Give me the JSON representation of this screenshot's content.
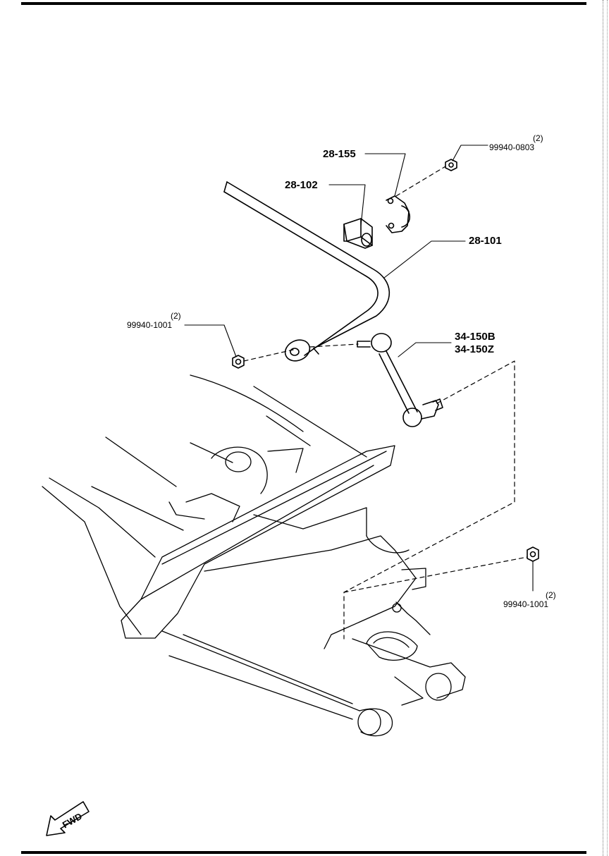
{
  "callouts": {
    "p28_155": "28-155",
    "p28_102": "28-102",
    "p28_101": "28-101",
    "p34_150b": "34-150B",
    "p34_150z": "34-150Z",
    "nut_top": {
      "qty": "(2)",
      "part": "99940-0803"
    },
    "nut_left": {
      "qty": "(2)",
      "part": "99940-1001"
    },
    "nut_right": {
      "qty": "(2)",
      "part": "99940-1001"
    }
  },
  "fwd_arrow": {
    "label": "FWD"
  }
}
